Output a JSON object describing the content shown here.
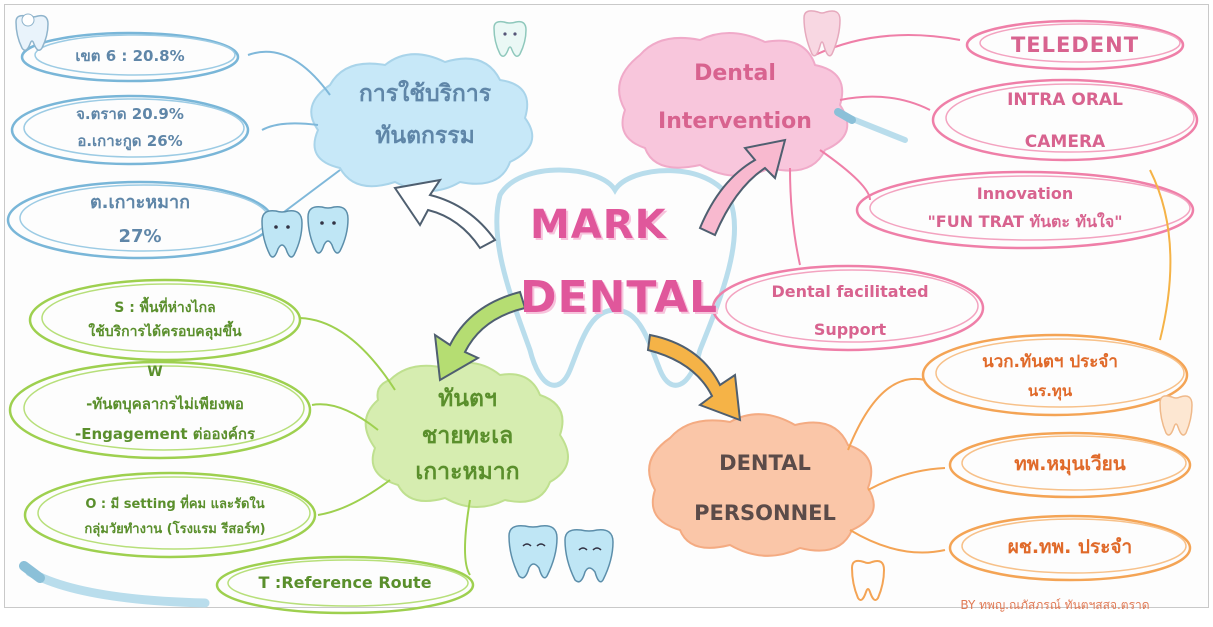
{
  "center": {
    "line1": "MARK",
    "line2": "DENTAL"
  },
  "topics": {
    "service": {
      "line1": "การใช้บริการ",
      "line2": "ทันตกรรม"
    },
    "intervention": {
      "line1": "Dental",
      "line2": "Intervention"
    },
    "area": {
      "line1": "ทันตฯ",
      "line2": "ชายทะเล",
      "line3": "เกาะหมาก"
    },
    "personnel": {
      "line1": "DENTAL",
      "line2": "PERSONNEL"
    }
  },
  "service_items": [
    {
      "text": "เขต 6 : 20.8%"
    },
    {
      "line1": "จ.ตราด 20.9%",
      "line2": "อ.เกาะกูด 26%"
    },
    {
      "line1": "ต.เกาะหมาก",
      "line2": "27%"
    }
  ],
  "intervention_items": {
    "teledent": "TELEDENT",
    "camera": {
      "line1": "INTRA ORAL",
      "line2": "CAMERA"
    },
    "innovation": {
      "line1": "Innovation",
      "line2": "\"FUN TRAT ทันตะ ทันใจ\""
    },
    "support": {
      "line1": "Dental facilitated",
      "line2": "Support"
    }
  },
  "area_items": {
    "s": {
      "line1": "S : พื้นที่ห่างไกล",
      "line2": "ใช้บริการได้ครอบคลุมขึ้น"
    },
    "w": {
      "label": "W",
      "line1": "-ทันตบุคลากรไม่เพียงพอ",
      "line2": "-Engagement ต่อองค์กร"
    },
    "o": {
      "line1": "O : มี setting ที่คม และรัดใน",
      "line2": "กลุ่มวัยทำงาน (โรงแรม รีสอร์ท)"
    },
    "t": {
      "text": "T :Reference Route"
    }
  },
  "personnel_items": [
    {
      "line1": "นวก.ทันตฯ ประจำ",
      "line2": "นร.ทุน"
    },
    {
      "text": "ทพ.หมุนเวียน"
    },
    {
      "text": "ผช.ทพ. ประจำ"
    }
  ],
  "credit": "BY ทพญ.ณภัสภรณ์ ทันตฯสสจ.ตราด",
  "colors": {
    "blue": "#5f86a8",
    "green": "#5a8f2c",
    "pink": "#d8638f",
    "orange": "#e06a2a",
    "center_pink": "#e0579b"
  }
}
